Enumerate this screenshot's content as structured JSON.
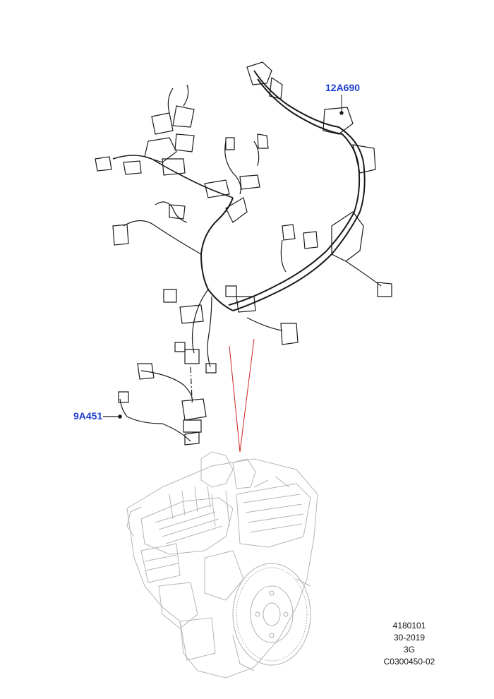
{
  "colors": {
    "callout_text": "#1f3fd0",
    "harness_line": "#1a1a1a",
    "engine_line": "#b0b0b0",
    "leader_line": "#cc2222"
  },
  "callouts": {
    "main_harness": "12A690",
    "sub_harness": "9A451"
  },
  "reference": {
    "line1": "4180101",
    "line2": "30-2019",
    "line3": "3G",
    "line4": "C0300450-02"
  },
  "icons": {
    "harness": "wiring-harness-illustration",
    "engine": "engine-illustration"
  }
}
